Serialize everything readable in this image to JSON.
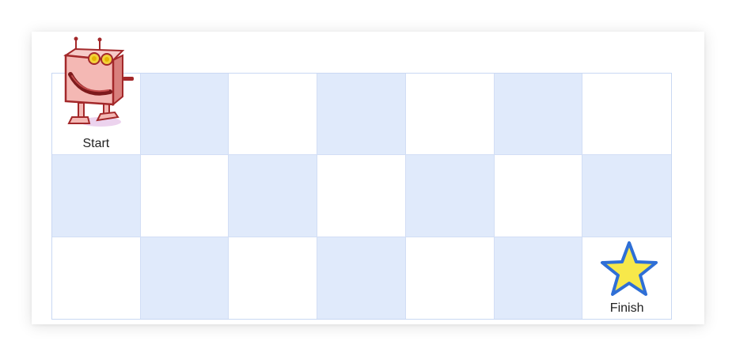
{
  "grid": {
    "rows": 3,
    "cols": 7
  },
  "start": {
    "label": "Start",
    "row": 1,
    "col": 1
  },
  "finish": {
    "label": "Finish",
    "row": 3,
    "col": 7
  },
  "colors": {
    "shaded_cell": "#e0eafb",
    "plain_cell": "#ffffff",
    "grid_line": "#d2def5",
    "star_fill": "#f7e84a",
    "star_stroke": "#2f6fd6",
    "robot_body": "#f4b8b4",
    "robot_outline": "#a3282a"
  },
  "icons": {
    "start": "robot-icon",
    "finish": "star-icon"
  }
}
